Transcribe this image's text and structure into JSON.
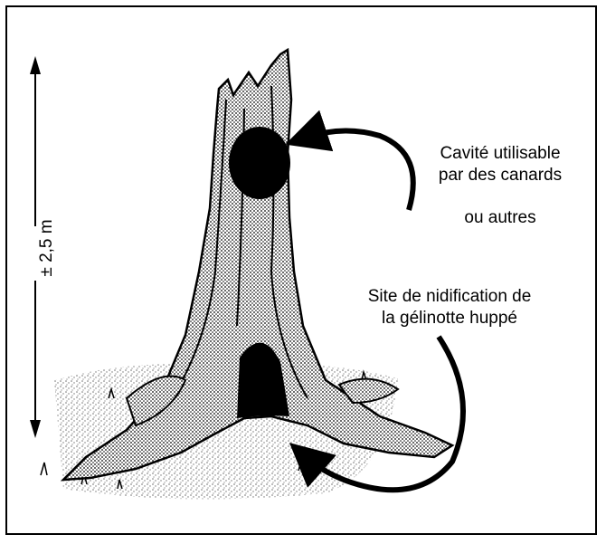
{
  "labels": {
    "cavity_line1": "Cavité utilisable",
    "cavity_line2": "par des canards",
    "cavity_line3": "ou autres",
    "nest_line1": "Site de nidification de",
    "nest_line2": "la gélinotte huppé",
    "height": "± 2,5 m"
  },
  "colors": {
    "ink": "#000000",
    "paper": "#ffffff"
  }
}
